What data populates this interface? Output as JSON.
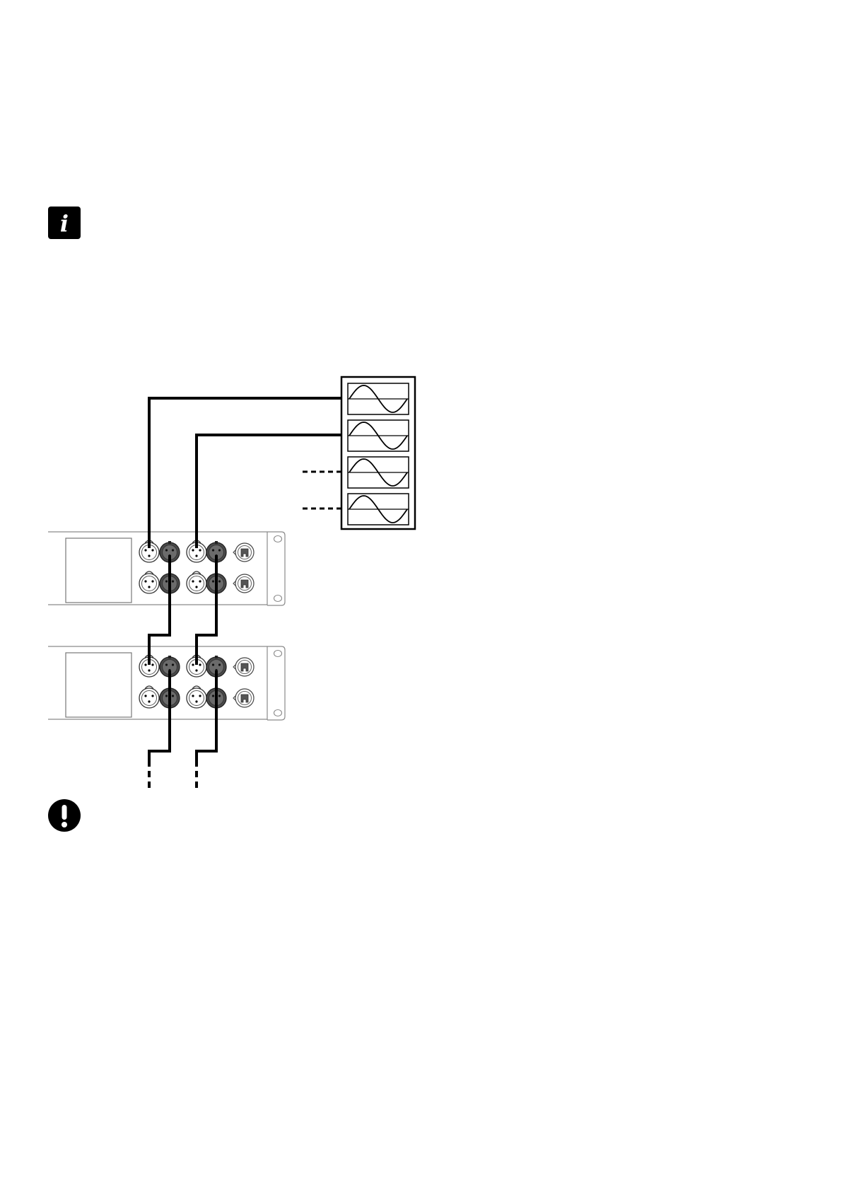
{
  "icons": {
    "info": "info-icon",
    "warning": "exclamation-icon"
  },
  "diagram": {
    "signal_source": {
      "channels": 4,
      "connected_channels": 2,
      "waveform": "sine"
    },
    "rack_units": 2,
    "unit_connectors": {
      "xlr_female_per_unit": 4,
      "xlr_male_per_unit": 4,
      "ethercon_per_unit": 2
    },
    "cable_style": {
      "connected": "solid",
      "continuation": "dashed"
    }
  },
  "colors": {
    "ink": "#000000",
    "panel_outline": "#8a8a8a",
    "male_connector_fill": "#4a4a4a",
    "background": "#ffffff"
  }
}
